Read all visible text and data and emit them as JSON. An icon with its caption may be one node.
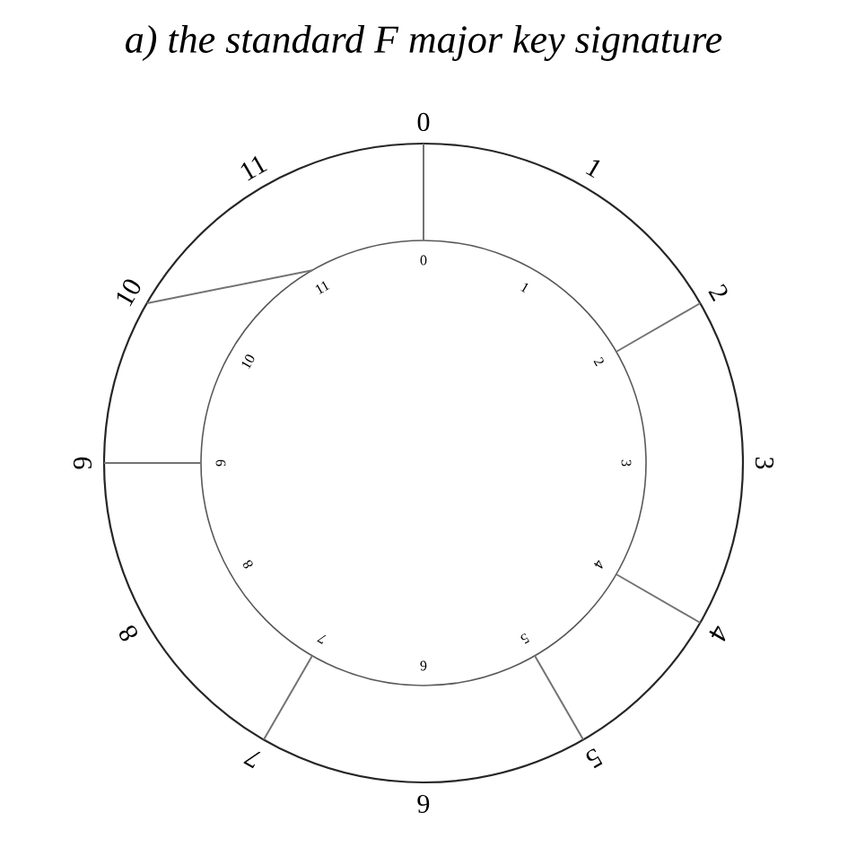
{
  "diagram": {
    "title": "a) the standard F major key signature",
    "nodes": [
      {
        "text": [
          "0"
        ]
      },
      {
        "text": [
          "1"
        ]
      },
      {
        "text": [
          "2"
        ]
      },
      {
        "text": [
          "3"
        ]
      },
      {
        "text": [
          "4"
        ]
      },
      {
        "text": [
          "5"
        ]
      },
      {
        "text": [
          "6"
        ]
      },
      {
        "text": [
          "7"
        ]
      },
      {
        "text": [
          "8"
        ]
      },
      {
        "text": [
          "9"
        ]
      },
      {
        "text": [
          "10"
        ]
      },
      {
        "text": [
          "11"
        ]
      },
      {
        "text": [
          "0"
        ]
      },
      {
        "text": [
          "1"
        ]
      },
      {
        "text": [
          "2"
        ]
      },
      {
        "text": [
          "3"
        ]
      },
      {
        "text": [
          "4"
        ]
      },
      {
        "text": [
          "5"
        ]
      },
      {
        "text": [
          "6"
        ]
      },
      {
        "text": [
          "7"
        ]
      },
      {
        "text": [
          "8"
        ]
      },
      {
        "text": [
          "9"
        ]
      },
      {
        "text": [
          "10"
        ]
      },
      {
        "text": [
          "11"
        ]
      }
    ],
    "edges": [
      {
        "from": 12,
        "to": 0,
        "arrow": "none"
      },
      {
        "from": 14,
        "to": 2,
        "arrow": "none"
      },
      {
        "from": 16,
        "to": 4,
        "arrow": "none"
      },
      {
        "from": 17,
        "to": 5,
        "arrow": "none"
      },
      {
        "from": 19,
        "to": 7,
        "arrow": "none"
      },
      {
        "from": 21,
        "to": 9,
        "arrow": "none"
      },
      {
        "from": 23,
        "to": 10,
        "arrow": "none"
      }
    ]
  }
}
